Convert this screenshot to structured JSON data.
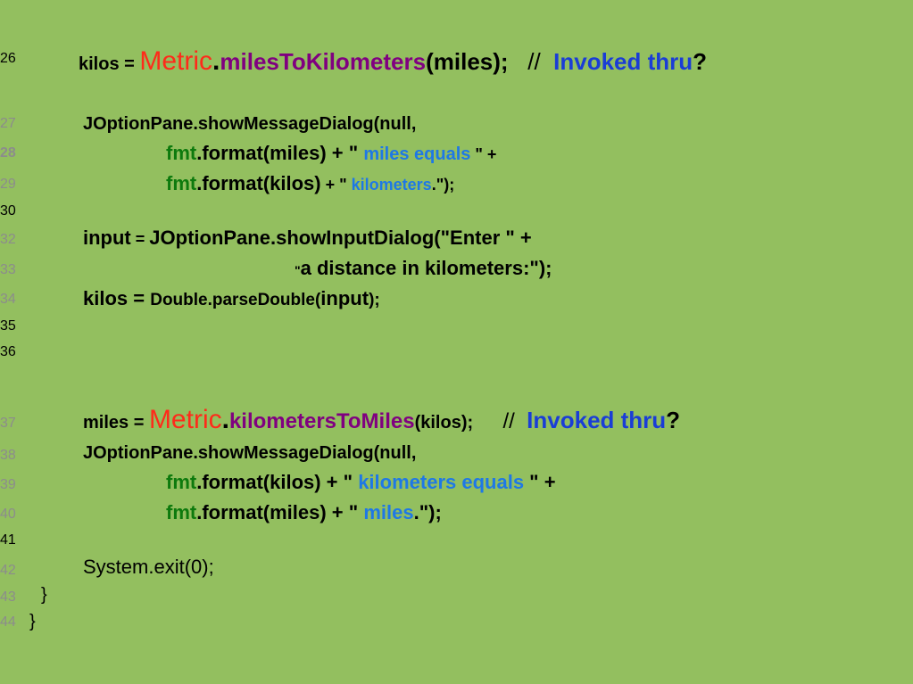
{
  "lines": [
    {
      "num": "26",
      "parts": [
        {
          "text": "kilos = ",
          "cls": "",
          "size": 20
        },
        {
          "text": "Metric",
          "cls": "metric",
          "size": 30
        },
        {
          "text": ".",
          "cls": "",
          "size": 30
        },
        {
          "text": "milesToKilometers",
          "cls": "purple",
          "size": 26
        },
        {
          "text": "(miles);",
          "cls": "",
          "size": 26
        },
        {
          "text": "   //  ",
          "cls": "normal",
          "size": 26
        },
        {
          "text": "Invoked thru",
          "cls": "blue",
          "size": 26
        },
        {
          "text": "?",
          "cls": "",
          "size": 26
        }
      ]
    },
    {
      "num": "27",
      "parts": [
        {
          "text": "JOptionPane.showMessageDialog(null,",
          "cls": "",
          "size": 20
        }
      ]
    },
    {
      "num": "28",
      "parts": [
        {
          "text": "fmt",
          "cls": "green",
          "size": 22
        },
        {
          "text": ".format(miles) + \" ",
          "cls": "",
          "size": 22
        },
        {
          "text": "miles equals",
          "cls": "lblue",
          "size": 20
        },
        {
          "text": " \" +",
          "cls": "",
          "size": 18
        }
      ]
    },
    {
      "num": "29",
      "parts": [
        {
          "text": "fmt",
          "cls": "green",
          "size": 22
        },
        {
          "text": ".format(kilos)",
          "cls": "",
          "size": 22
        },
        {
          "text": " + \" ",
          "cls": "",
          "size": 18
        },
        {
          "text": "kilometers",
          "cls": "lblue",
          "size": 18
        },
        {
          "text": ".\");",
          "cls": "",
          "size": 18
        }
      ]
    },
    {
      "num": "30",
      "parts": []
    },
    {
      "num": "32",
      "parts": [
        {
          "text": "input",
          "cls": "",
          "size": 22
        },
        {
          "text": " = ",
          "cls": "",
          "size": 18
        },
        {
          "text": "JOptionPane.showInputDialog(\"Enter \" +",
          "cls": "",
          "size": 22
        }
      ]
    },
    {
      "num": "33",
      "parts": [
        {
          "text": "\"",
          "cls": "",
          "size": 14
        },
        {
          "text": "a distance in kilometers:\");",
          "cls": "",
          "size": 22
        }
      ]
    },
    {
      "num": "34",
      "parts": [
        {
          "text": "kilos = ",
          "cls": "",
          "size": 22
        },
        {
          "text": "Double.parseDouble(",
          "cls": "",
          "size": 19
        },
        {
          "text": "input",
          "cls": "",
          "size": 22
        },
        {
          "text": ");",
          "cls": "",
          "size": 19
        }
      ]
    },
    {
      "num": "35",
      "parts": []
    },
    {
      "num": "36",
      "parts": []
    },
    {
      "num": "37",
      "parts": [
        {
          "text": "miles = ",
          "cls": "",
          "size": 20
        },
        {
          "text": "Metric",
          "cls": "metric",
          "size": 30
        },
        {
          "text": ".",
          "cls": "",
          "size": 30
        },
        {
          "text": "kilometersToMiles",
          "cls": "purple",
          "size": 24
        },
        {
          "text": "(kilos);",
          "cls": "",
          "size": 20
        },
        {
          "text": "     //  ",
          "cls": "normal",
          "size": 24
        },
        {
          "text": "Invoked thru",
          "cls": "blue",
          "size": 26
        },
        {
          "text": "?",
          "cls": "",
          "size": 26
        }
      ]
    },
    {
      "num": "38",
      "parts": [
        {
          "text": "JOptionPane.showMessageDialog(null,",
          "cls": "",
          "size": 20
        }
      ]
    },
    {
      "num": "39",
      "parts": [
        {
          "text": "fmt",
          "cls": "green",
          "size": 22
        },
        {
          "text": ".format(kilos) + \" ",
          "cls": "",
          "size": 22
        },
        {
          "text": "kilometers equals",
          "cls": "lblue",
          "size": 22
        },
        {
          "text": " \" +",
          "cls": "",
          "size": 22
        }
      ]
    },
    {
      "num": "40",
      "parts": [
        {
          "text": "fmt",
          "cls": "green",
          "size": 22
        },
        {
          "text": ".format(miles) + \" ",
          "cls": "",
          "size": 22
        },
        {
          "text": "miles",
          "cls": "lblue",
          "size": 22
        },
        {
          "text": ".\");",
          "cls": "",
          "size": 22
        }
      ]
    },
    {
      "num": "41",
      "parts": []
    },
    {
      "num": "42",
      "parts": [
        {
          "text": "System.exit(0);",
          "cls": "normal",
          "size": 22
        }
      ]
    },
    {
      "num": "43",
      "parts": [
        {
          "text": "}",
          "cls": "normal",
          "size": 20
        }
      ]
    },
    {
      "num": "44",
      "parts": [
        {
          "text": "}",
          "cls": "normal",
          "size": 20
        }
      ]
    }
  ]
}
